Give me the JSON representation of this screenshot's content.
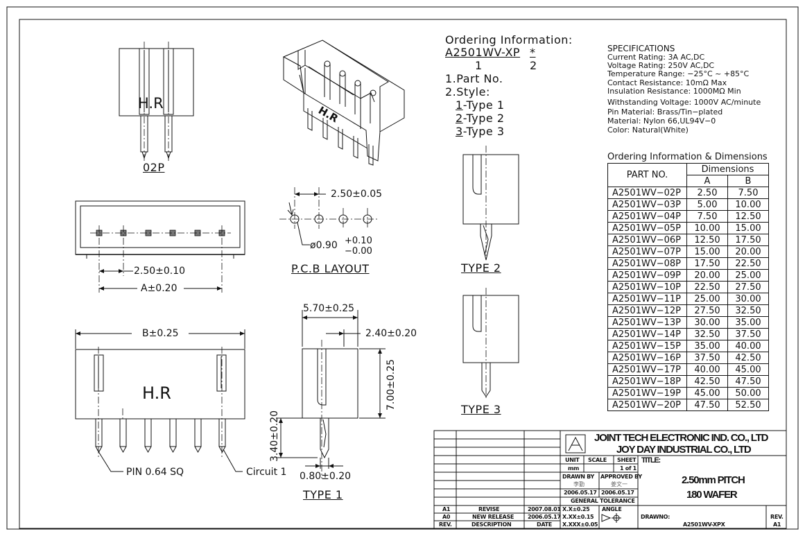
{
  "ordering": {
    "heading": "Ordering Information:",
    "code": "A2501WV-XP",
    "star": "*",
    "one": "1",
    "two": "2",
    "item1": "1.Part No.",
    "item2": "2.Style:",
    "type1_num": "1",
    "type1_label": "-Type 1",
    "type2_num": "2",
    "type2_label": "-Type 2",
    "type3_num": "3",
    "type3_label": "-Type 3"
  },
  "specs": {
    "heading": "SPECIFICATIONS",
    "lines": [
      "Current Rating: 3A AC,DC",
      "Voltage Rating: 250V AC,DC",
      "Temperature Range: −25°C ~ +85°C",
      "Contact Resistance: 10mΩ Max",
      "Insulation Resistance: 1000MΩ Min",
      "Withstanding Voltage: 1000V AC/minute",
      "Pin Material: Brass/Tin−plated",
      "Material: Nylon 66,UL94V−0",
      "Color: Natural(White)"
    ]
  },
  "dims_table": {
    "caption": "Ordering Information & Dimensions",
    "col_part": "PART NO.",
    "col_dims": "Dimensions",
    "col_a": "A",
    "col_b": "B",
    "rows": [
      [
        "A2501WV−02P",
        "2.50",
        "7.50"
      ],
      [
        "A2501WV−03P",
        "5.00",
        "10.00"
      ],
      [
        "A2501WV−04P",
        "7.50",
        "12.50"
      ],
      [
        "A2501WV−05P",
        "10.00",
        "15.00"
      ],
      [
        "A2501WV−06P",
        "12.50",
        "17.50"
      ],
      [
        "A2501WV−07P",
        "15.00",
        "20.00"
      ],
      [
        "A2501WV−08P",
        "17.50",
        "22.50"
      ],
      [
        "A2501WV−09P",
        "20.00",
        "25.00"
      ],
      [
        "A2501WV−10P",
        "22.50",
        "27.50"
      ],
      [
        "A2501WV−11P",
        "25.00",
        "30.00"
      ],
      [
        "A2501WV−12P",
        "27.50",
        "32.50"
      ],
      [
        "A2501WV−13P",
        "30.00",
        "35.00"
      ],
      [
        "A2501WV−14P",
        "32.50",
        "37.50"
      ],
      [
        "A2501WV−15P",
        "35.00",
        "40.00"
      ],
      [
        "A2501WV−16P",
        "37.50",
        "42.50"
      ],
      [
        "A2501WV−17P",
        "40.00",
        "45.00"
      ],
      [
        "A2501WV−18P",
        "42.50",
        "47.50"
      ],
      [
        "A2501WV−19P",
        "45.00",
        "50.00"
      ],
      [
        "A2501WV−20P",
        "47.50",
        "52.50"
      ]
    ]
  },
  "drawing": {
    "hr_mark": "H.R",
    "label_02p": "02P",
    "dim_pitch_pcb": "2.50±0.05",
    "dim_hole": "ø0.90",
    "dim_hole_plus": "+0.10",
    "dim_hole_minus": "−0.00",
    "label_pcb": "P.C.B LAYOUT",
    "dim_pitch": "2.50±0.10",
    "dim_a": "A±0.20",
    "dim_b": "B±0.25",
    "dim_depth": "5.70±0.25",
    "dim_side": "2.40±0.20",
    "dim_height": "7.00±0.25",
    "dim_pin_len": "3.40±0.20",
    "dim_pin_w": "0.80±0.20",
    "pin_note": "PIN 0.64 SQ",
    "circuit_note": "Circuit 1",
    "type1": "TYPE 1",
    "type2": "TYPE 2",
    "type3": "TYPE 3"
  },
  "title_block": {
    "company1": "JOINT TECH ELECTRONIC IND. CO., LTD",
    "company2": "JOY DAY INDUSTRIAL CO., LTD",
    "unit_h": "UNIT",
    "scale_h": "SCALE",
    "sheet_h": "SHEET",
    "unit_v": "mm",
    "sheet_v": "1 of 1",
    "title_h": "TITLE:",
    "title1": "2.50mm PITCH",
    "title2": "180 WAFER",
    "drawn_h": "DRAWN BY",
    "approved_h": "APPROVED BY",
    "drawn_name": "李勤",
    "approved_name": "姜文一",
    "drawn_date": "2006.05.17",
    "approved_date": "2006.05.17",
    "tolerance_h": "GENERAL TOLERANCE",
    "tol1": "X.X±0.25",
    "tol2": "X.XX±0.15",
    "tol3": "X.XXX±0.05",
    "angle_h": "ANGLE",
    "rev_rows": [
      [
        "A1",
        "REVISE",
        "2007.08.01"
      ],
      [
        "A0",
        "NEW RELEASE",
        "2006.05.17"
      ]
    ],
    "rev_h": "REV.",
    "desc_h": "DESCRIPTION",
    "date_h": "DATE",
    "drawno_h": "DRAWNO:",
    "drawno": "A2501WV-XPX",
    "rev_label": "REV.",
    "rev_value": "A1"
  }
}
